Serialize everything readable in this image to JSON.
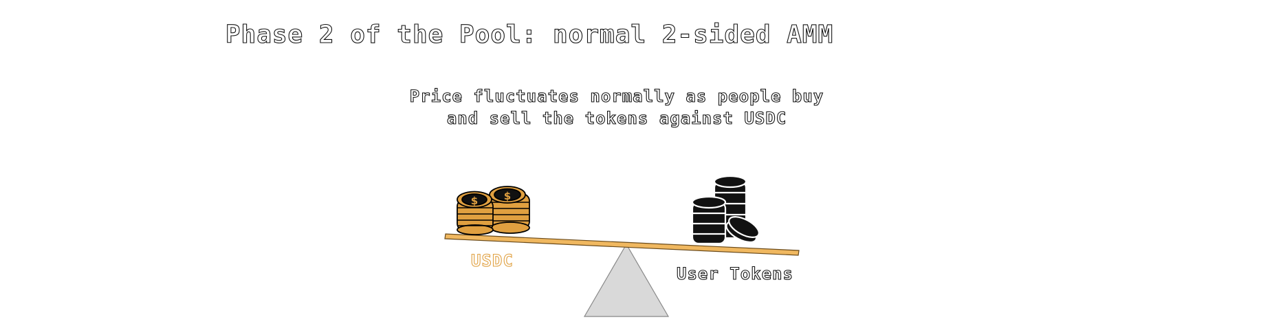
{
  "title": "Phase 2 of the Pool: normal 2-sided AMM",
  "subtitle": {
    "line1": "Price fluctuates normally as people buy",
    "line2": "and sell the tokens against USDC"
  },
  "left_label": "USDC",
  "right_label": "User Tokens",
  "colors": {
    "usdc": "#e0a040",
    "beam": "#f0b860",
    "fulcrum": "#d9d9d9",
    "tokens": "#111111"
  },
  "icons": {
    "left_stack": "gold-dollar-coins-icon",
    "right_stack": "black-token-coins-icon"
  }
}
